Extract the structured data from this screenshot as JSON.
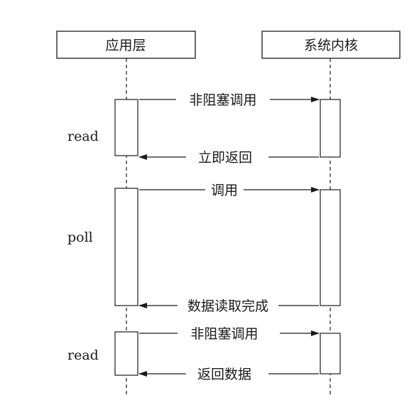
{
  "participants": {
    "app": "应用层",
    "kernel": "系统内核"
  },
  "phases": {
    "read1": "read",
    "poll": "poll",
    "read2": "read"
  },
  "messages": {
    "m1": "非阻塞调用",
    "m2": "立即返回",
    "m3": "调用",
    "m4": "数据读取完成",
    "m5": "非阻塞调用",
    "m6": "返回数据"
  },
  "colors": {
    "stroke": "#1a1a1a",
    "background": "#ffffff"
  }
}
